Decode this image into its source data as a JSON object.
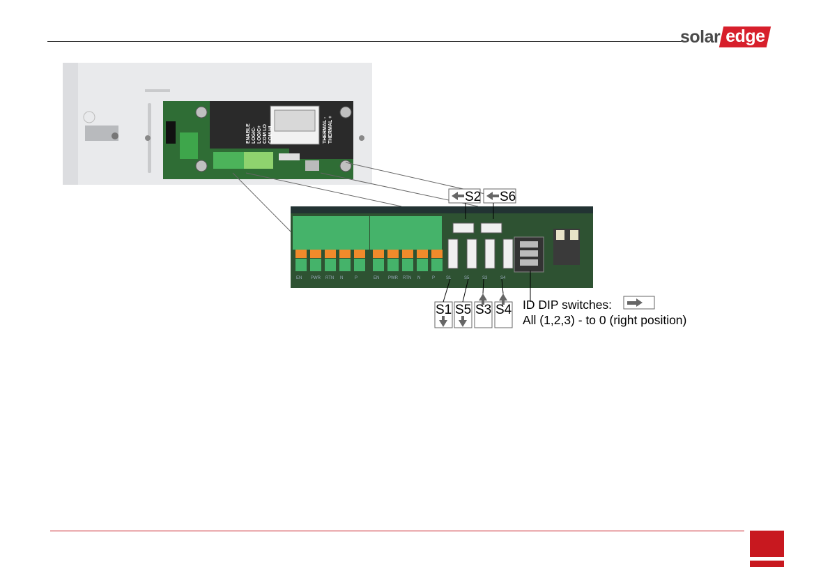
{
  "brand": {
    "part1": "solar",
    "part2": "edge"
  },
  "board_labels": {
    "enable": "ENABLE",
    "logic_minus": "LOGIC-",
    "logic_plus": "LOGIC+",
    "com_lo": "COM LO",
    "com_hi": "COM HI",
    "thermal_minus": "THERMAL -",
    "thermal_plus": "THERMAL +"
  },
  "terminal_labels": [
    "EN",
    "PWR",
    "RTN",
    "N",
    "P",
    "EN",
    "PWR",
    "RTN",
    "N",
    "P"
  ],
  "switch_silk": [
    "S1",
    "S5",
    "S3",
    "S4"
  ],
  "callouts": {
    "s2": "S2",
    "s6": "S6",
    "s1": "S1",
    "s5": "S5",
    "s3": "S3",
    "s4": "S4",
    "dip_title": "ID DIP switches:",
    "dip_note": "All (1,2,3) - to 0 (right position)"
  },
  "colors": {
    "brand_red": "#d71f2b",
    "rule_red": "#c8181f",
    "terminal_green": "#3aa85a",
    "lever_orange": "#f08a2b"
  }
}
